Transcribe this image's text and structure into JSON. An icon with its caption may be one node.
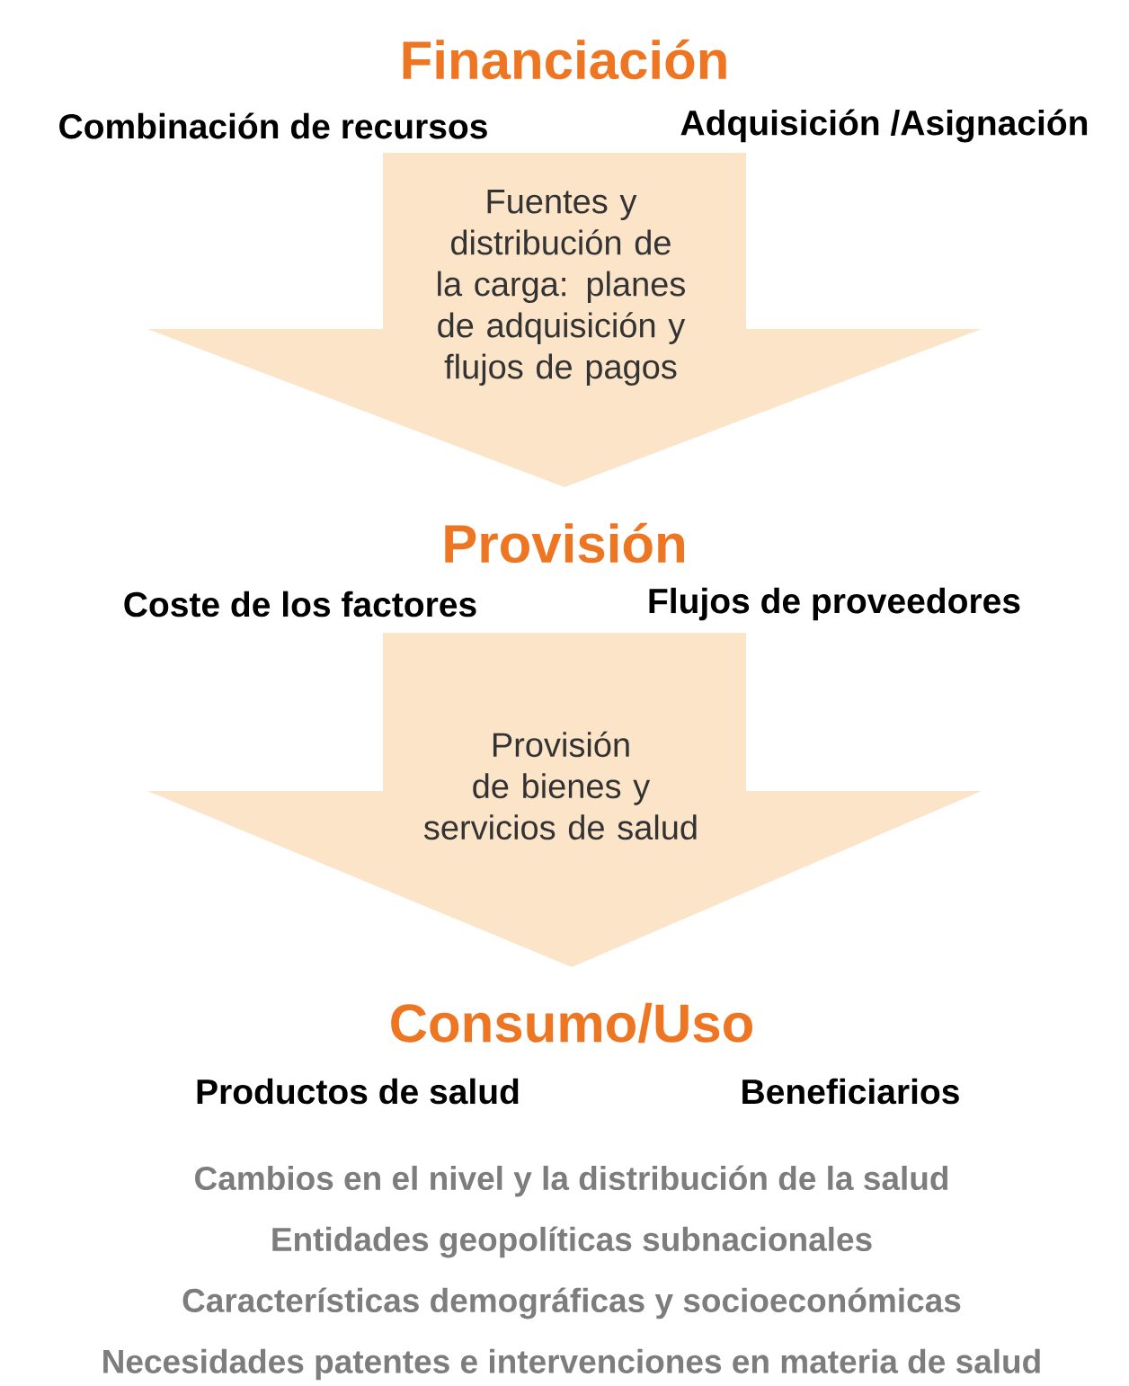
{
  "diagram": {
    "nodes": [
      {
        "text": [
          "Financiación"
        ],
        "beside": [
          "Combinación de recursos",
          "Adquisición /Asignación"
        ]
      },
      {
        "text": [
          "Provisión"
        ],
        "beside": [
          "Coste de los factores",
          "Flujos de proveedores"
        ]
      },
      {
        "text": [
          "Consumo/Uso"
        ],
        "beside": [
          "Productos de salud",
          "Beneficiarios"
        ]
      }
    ],
    "edges": [
      {
        "from": 0,
        "to": 1,
        "arrow": "to",
        "style": "thick",
        "label": "Fuentes y distribución de la carga: planes de adquisición y flujos de pagos"
      },
      {
        "from": 1,
        "to": 2,
        "arrow": "to",
        "style": "thick",
        "label": "Provisión de bienes y servicios de salud"
      }
    ],
    "labels": [
      "Cambios en el nivel y la distribución de la salud",
      "Entidades geopolíticas subnacionales",
      "Características demográficas y socioeconómicas",
      "Necesidades patentes e intervenciones en materia de salud"
    ]
  }
}
